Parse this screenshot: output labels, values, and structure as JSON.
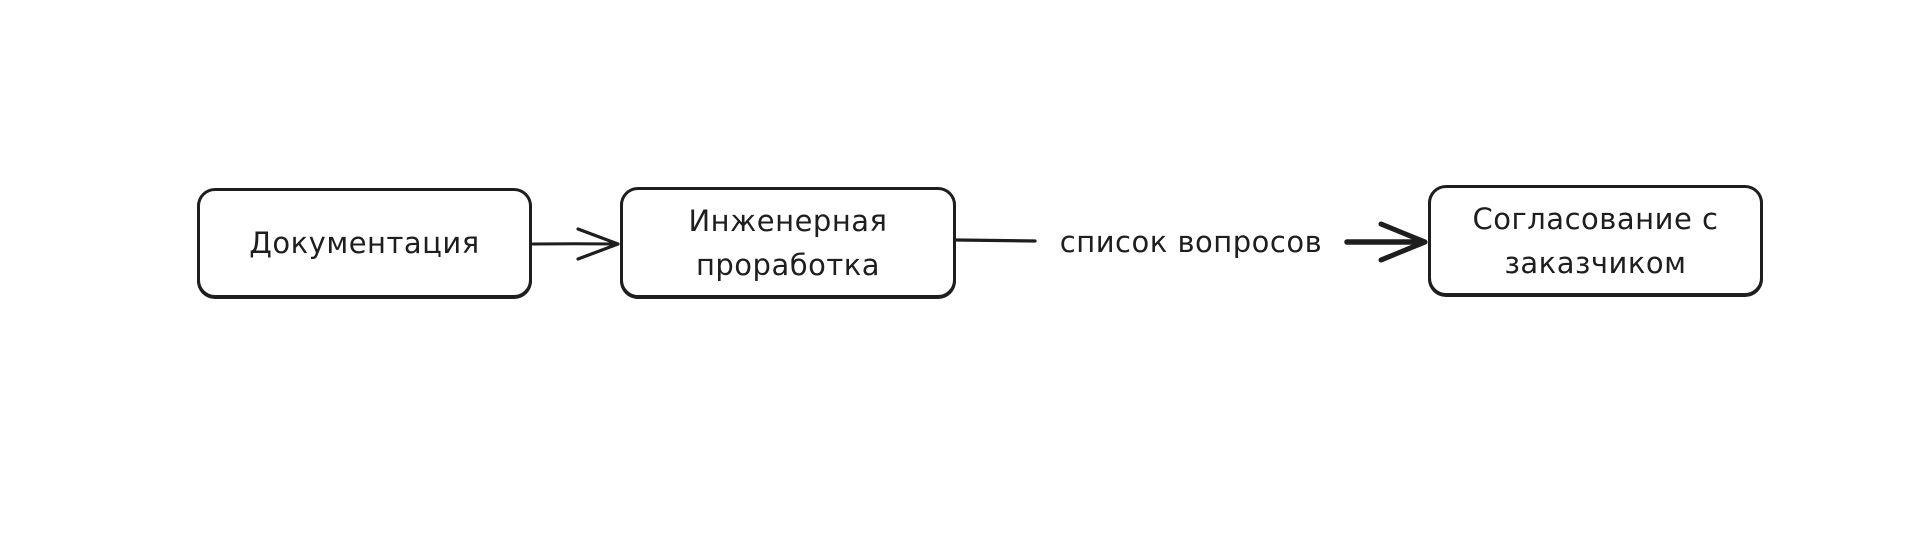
{
  "diagram": {
    "type": "flowchart",
    "style": "hand-drawn",
    "stroke_color": "#1e1e1e",
    "background_color": "#ffffff",
    "nodes": [
      {
        "id": "n1",
        "label": "Документация"
      },
      {
        "id": "n2",
        "label": "Инженерная\nпроработка"
      },
      {
        "id": "n3",
        "label": "Согласование с\nзаказчиком"
      }
    ],
    "edges": [
      {
        "from": "n1",
        "to": "n2",
        "label": ""
      },
      {
        "from": "n2",
        "to": "n3",
        "label": "список вопросов"
      }
    ]
  }
}
